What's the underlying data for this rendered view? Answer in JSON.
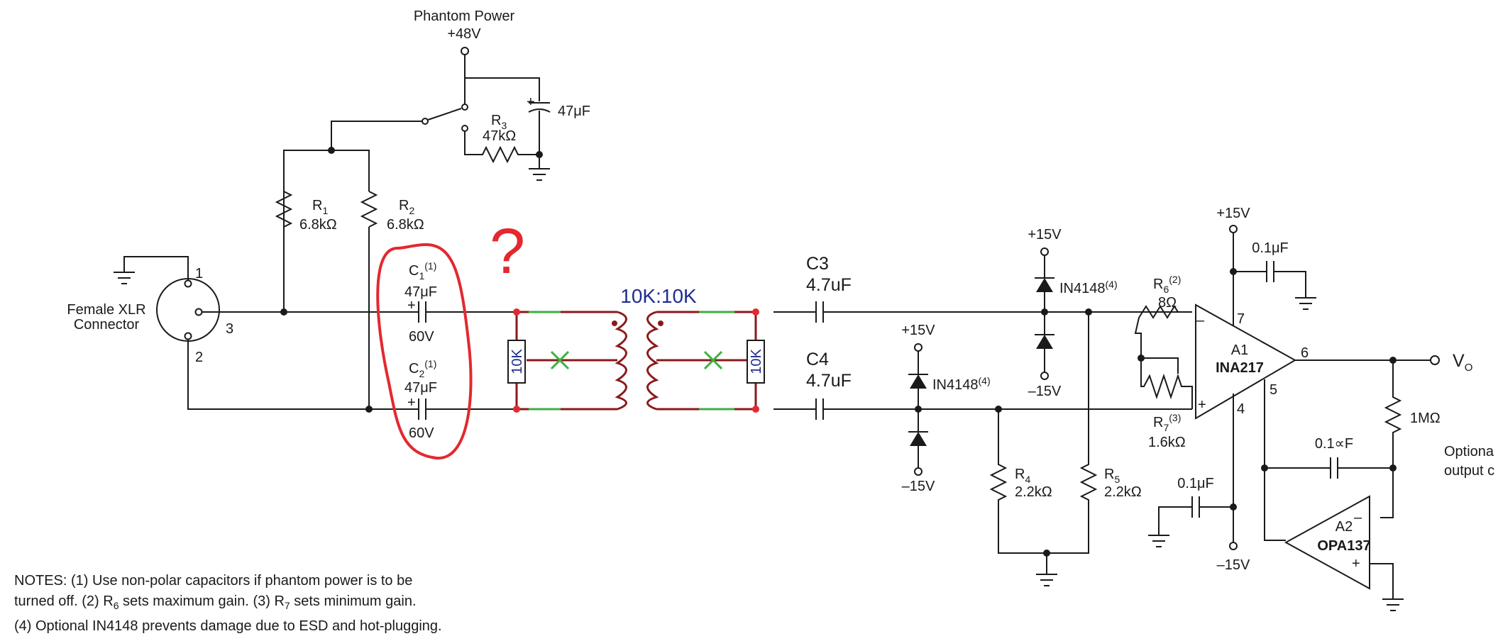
{
  "phantom": {
    "title": "Phantom Power",
    "voltage": "+48V"
  },
  "connector": {
    "line1": "Female XLR",
    "line2": "Connector",
    "pin1": "1",
    "pin2": "2",
    "pin3": "3"
  },
  "r1": {
    "name": "R",
    "sub": "1",
    "value": "6.8kΩ"
  },
  "r2": {
    "name": "R",
    "sub": "2",
    "value": "6.8kΩ"
  },
  "r3": {
    "name": "R",
    "sub": "3",
    "value": "47kΩ"
  },
  "cap_phantom": {
    "value": "47μF",
    "polarity": "+"
  },
  "c1": {
    "name": "C",
    "sub": "1",
    "note": "(1)",
    "value": "47μF",
    "voltage": "60V",
    "polarity": "+"
  },
  "c2": {
    "name": "C",
    "sub": "2",
    "note": "(1)",
    "value": "47μF",
    "voltage": "60V",
    "polarity": "+"
  },
  "annotation": {
    "question": "?"
  },
  "transformer": {
    "ratio": "10K:10K",
    "load_left": "10K",
    "load_right": "10K"
  },
  "c3": {
    "name": "C3",
    "value": "4.7uF"
  },
  "c4": {
    "name": "C4",
    "value": "4.7uF"
  },
  "diodes": {
    "top_supply": "+15V",
    "top_part": "IN4148",
    "top_note": "(4)",
    "top_neg": "–15V",
    "bottom_supply": "+15V",
    "bottom_part": "IN4148",
    "bottom_note": "(4)",
    "bottom_neg": "–15V"
  },
  "r4": {
    "name": "R",
    "sub": "4",
    "value": "2.2kΩ"
  },
  "r5": {
    "name": "R",
    "sub": "5",
    "value": "2.2kΩ"
  },
  "r6": {
    "name": "R",
    "sub": "6",
    "note": "(2)",
    "value": "8Ω"
  },
  "r7": {
    "name": "R",
    "sub": "7",
    "note": "(3)",
    "value": "1.6kΩ"
  },
  "a1": {
    "ref": "A1",
    "part": "INA217",
    "pin_minus": "–",
    "pin_plus": "+",
    "pin7": "7",
    "pin6": "6",
    "pin5": "5",
    "pin4": "4",
    "vplus": "+15V",
    "vminus": "–15V",
    "bypass_top": "0.1μF",
    "bypass_bottom": "0.1μF"
  },
  "a2": {
    "ref": "A2",
    "part": "OPA137",
    "pin_minus": "–",
    "pin_plus": "+"
  },
  "output": {
    "label": "V",
    "sub": "O",
    "r_fb": "1MΩ",
    "c_fb": "0.1∝F",
    "optional1": "Optiona",
    "optional2": "output c"
  },
  "notes": {
    "line1": "NOTES: (1) Use non-polar capacitors if phantom power is to be",
    "line2a": "turned off. (2) R",
    "line2sub": "6",
    "line2b": " sets maximum gain. (3) R",
    "line2sub2": "7",
    "line2c": " sets minimum gain.",
    "line3": "(4) Optional IN4148 prevents damage due to ESD and hot-plugging."
  },
  "colors": {
    "wire": "#1a1a1a",
    "annotation_red": "#e3282f",
    "overlay_dark_red": "#8b1a1a",
    "overlay_green": "#3cb043",
    "overlay_blue": "#1f2d8f"
  }
}
